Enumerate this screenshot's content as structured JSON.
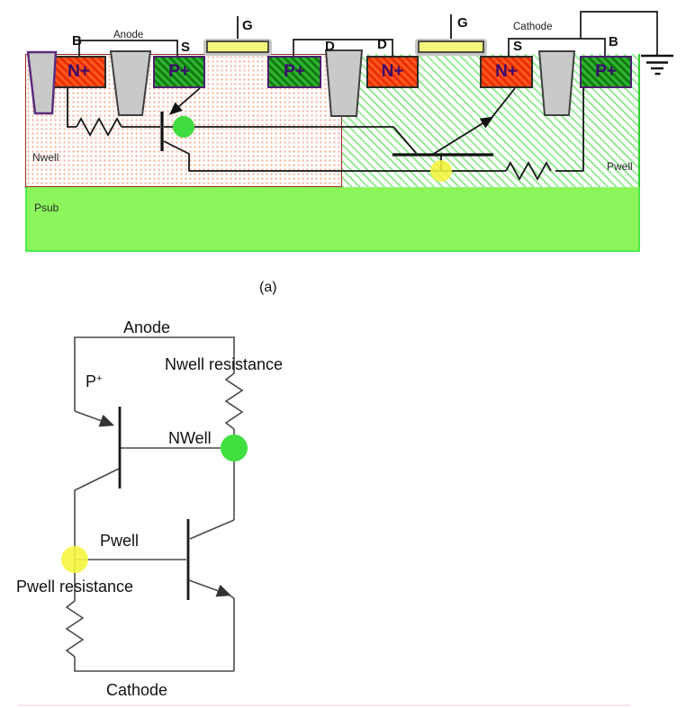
{
  "figure_a": {
    "caption": "(a)",
    "terminals": {
      "b_left": "B",
      "anode": "Anode",
      "s_left": "S",
      "g_left": "G",
      "d_left": "D",
      "d_right": "D",
      "g_right": "G",
      "cathode": "Cathode",
      "s_right": "S",
      "b_right": "B"
    },
    "diffusions": [
      {
        "label": "N+"
      },
      {
        "label": "P+"
      },
      {
        "label": "P+"
      },
      {
        "label": "N+"
      },
      {
        "label": "N+"
      },
      {
        "label": "P+"
      }
    ],
    "wells": {
      "nwell": "Nwell",
      "pwell": "Pwell",
      "psub": "Psub"
    }
  },
  "figure_b": {
    "anode": "Anode",
    "p_base": "P",
    "p_sup": "+",
    "nwell_resistance": "Nwell resistance",
    "nwell_node": "NWell",
    "pwell_node": "Pwell",
    "pwell_resistance": "Pwell resistance",
    "cathode": "Cathode"
  },
  "colors": {
    "n_plus_fill": "#FF571C",
    "n_plus_hatch": "#E82D00",
    "p_plus_fill": "#2FB32F",
    "p_plus_hatch": "#0F7A0F",
    "diffusion_text": "#3C0A6E",
    "nwell_dots": "#F2B49B",
    "pwell_hatch": "#7DE67D",
    "psub_fill": "#8CF55C",
    "gate_fill": "#F6F67E",
    "contact_fill": "#C9C9C9",
    "green_node": "#3FDC3F",
    "yellow_node": "#F4F43C"
  }
}
